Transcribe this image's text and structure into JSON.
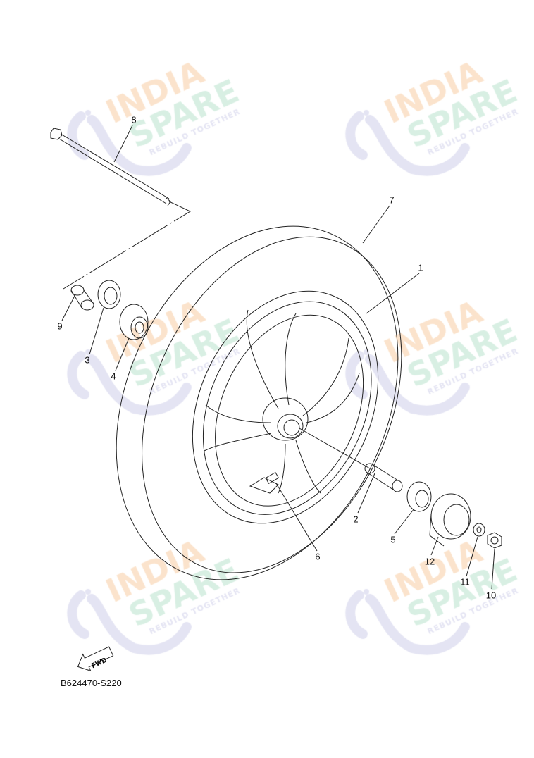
{
  "watermark": {
    "line1": "INDIA",
    "line2": "SPARE",
    "tagline": "REBUILD TOGETHER",
    "colors": {
      "india": "#fbe3cc",
      "spare": "#d8efe3",
      "icon": "#e4e4f3"
    }
  },
  "diagram_code": "B624470-S220",
  "fwd_arrow": "FWD",
  "callouts": [
    "1",
    "2",
    "3",
    "4",
    "5",
    "6",
    "7",
    "8",
    "9",
    "10",
    "11",
    "12"
  ]
}
